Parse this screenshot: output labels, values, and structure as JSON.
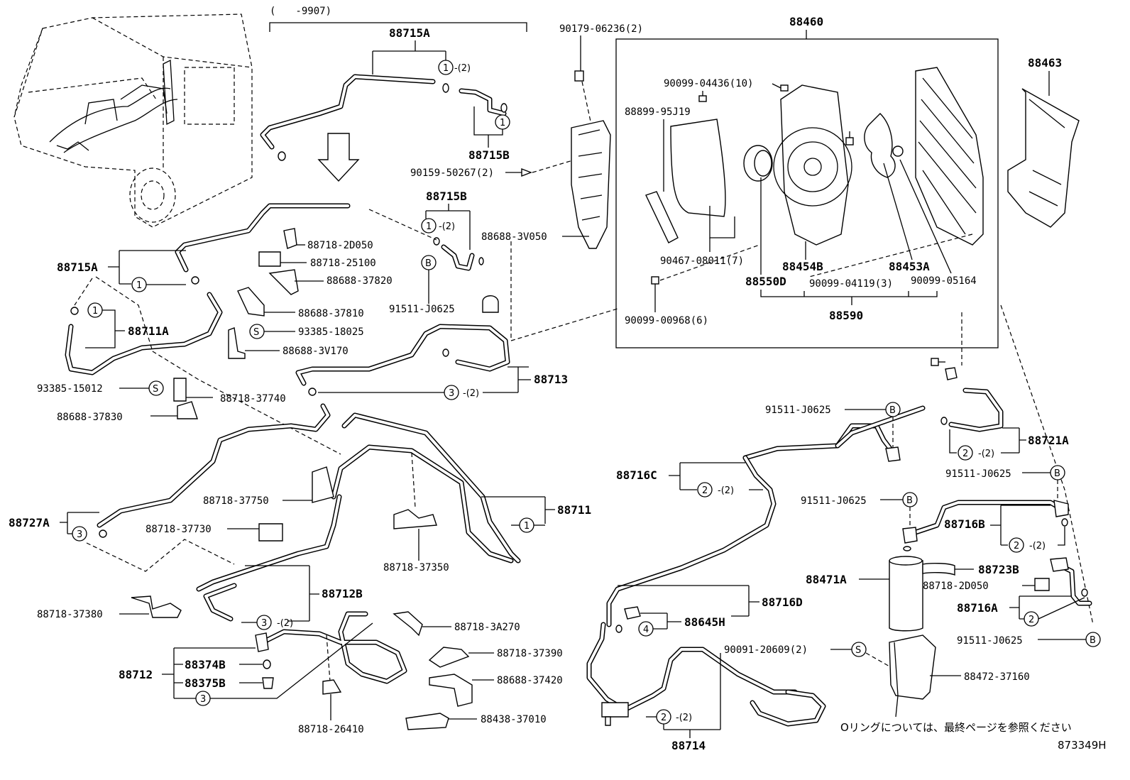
{
  "date_range": "(　　-9907)",
  "labels": {
    "p88715A_top": "88715A",
    "p88715B_top": "88715B",
    "p88715B_mid": "88715B",
    "p88715A_left": "88715A",
    "p88711A": "88711A",
    "p88713": "88713",
    "p88711": "88711",
    "p88727A": "88727A",
    "p88712B": "88712B",
    "p88712": "88712",
    "p88374B": "88374B",
    "p88375B": "88375B",
    "p88714": "88714",
    "p88716C": "88716C",
    "p88716D": "88716D",
    "p88645H": "88645H",
    "p88716B": "88716B",
    "p88716A": "88716A",
    "p88721A": "88721A",
    "p88723B": "88723B",
    "p88471A": "88471A",
    "p88460": "88460",
    "p88463": "88463",
    "p88454B": "88454B",
    "p88453A": "88453A",
    "p88550D": "88550D",
    "p88590": "88590",
    "s90179": "90179-06236(2)",
    "s90159": "90159-50267(2)",
    "s88688_3V050": "88688-3V050",
    "s88718_2D050_a": "88718-2D050",
    "s88718_25100": "88718-25100",
    "s88688_37820": "88688-37820",
    "s88688_37810": "88688-37810",
    "s91511_a": "91511-J0625",
    "s93385_18025": "93385-18025",
    "s88688_3V170": "88688-3V170",
    "s93385_15012": "93385-15012",
    "s88718_37740": "88718-37740",
    "s88688_37830": "88688-37830",
    "s88718_37750": "88718-37750",
    "s88718_37730": "88718-37730",
    "s88718_37350": "88718-37350",
    "s88718_37380": "88718-37380",
    "s88718_3A270": "88718-3A270",
    "s88718_37390": "88718-37390",
    "s88688_37420": "88688-37420",
    "s88438_37010": "88438-37010",
    "s88718_26410": "88718-26410",
    "s90099_04436": "90099-04436(10)",
    "s88899_95J19": "88899-95J19",
    "s90467_08011": "90467-08011(7)",
    "s90099_04119": "90099-04119(3)",
    "s90099_05164": "90099-05164",
    "s90099_00968": "90099-00968(6)",
    "s91511_b": "91511-J0625",
    "s91511_c": "91511-J0625",
    "s91511_d": "91511-J0625",
    "s91511_e": "91511-J0625",
    "s88718_2D050_b": "88718-2D050",
    "s90091_20609": "90091-20609(2)",
    "s88472_37160": "88472-37160"
  },
  "refs": {
    "q2": "-(2)",
    "one": "1",
    "two": "2",
    "three": "3",
    "four": "4",
    "B": "B",
    "S": "S"
  },
  "note": "Oリングについては、最終ページを参照ください",
  "diagram_id": "873349H"
}
